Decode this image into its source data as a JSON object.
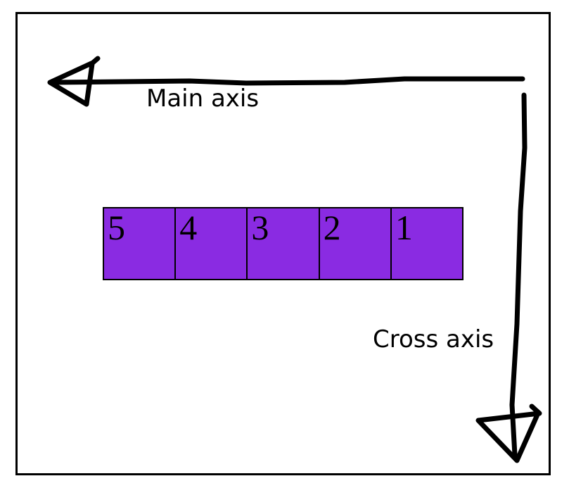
{
  "diagram": {
    "main_axis": {
      "label": "Main axis",
      "direction": "left"
    },
    "cross_axis": {
      "label": "Cross axis",
      "direction": "down"
    },
    "flex_row": {
      "items": [
        "5",
        "4",
        "3",
        "2",
        "1"
      ]
    },
    "colors": {
      "item_fill": "#8A2BE2",
      "item_border": "#000000",
      "arrow_stroke": "#000000",
      "frame_border": "#000000",
      "background": "#FFFFFF"
    }
  }
}
